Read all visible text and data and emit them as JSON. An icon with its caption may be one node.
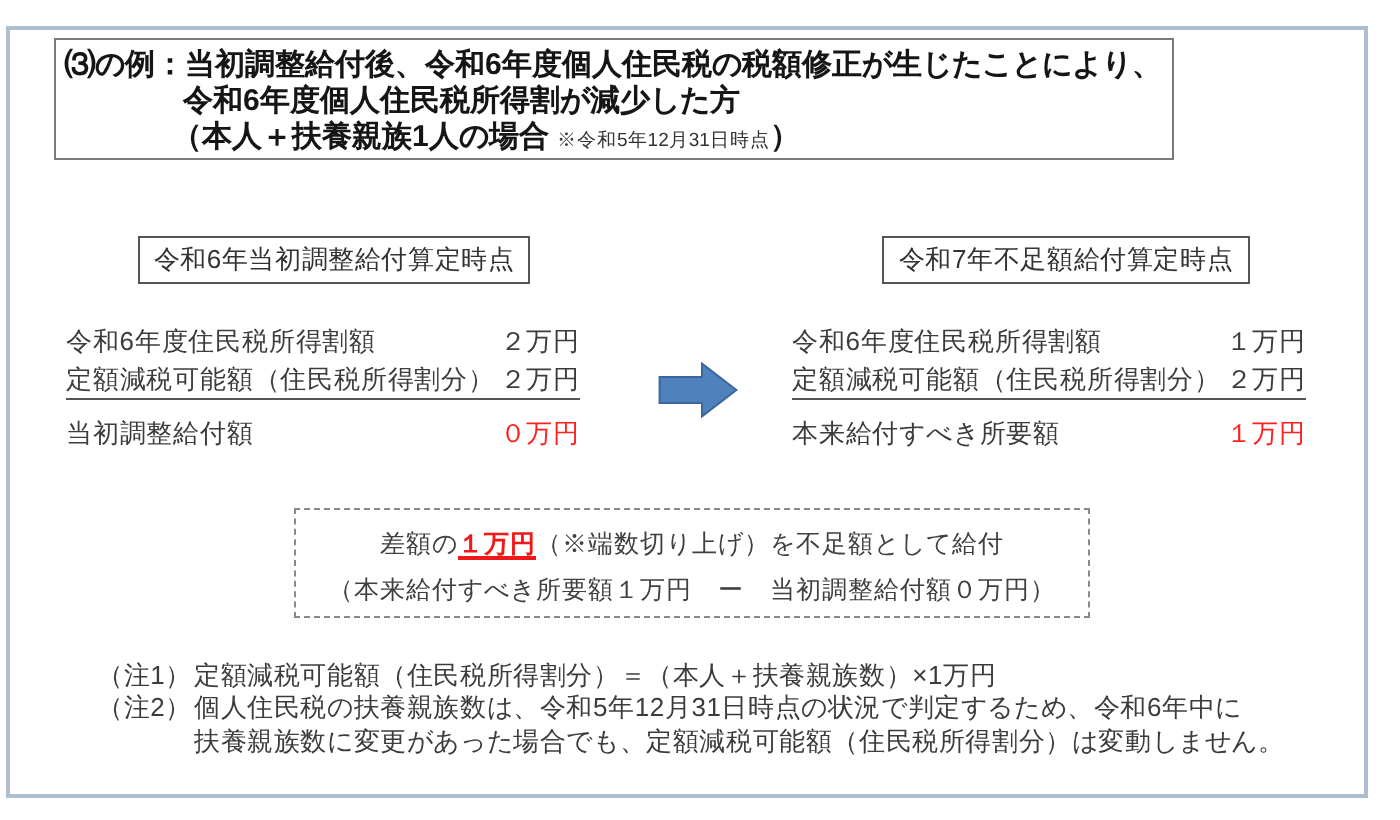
{
  "diagram": {
    "nodes": [
      {
        "text": [
          "⑶の例：当初調整給付後、令和6年度個人住民税の税額修正が生じたことにより、令和6年度個人住民税所得割が減少した方",
          "（本人＋扶養親族1人の場合 ※令和5年12月31日時点）"
        ]
      },
      {
        "text": [
          "令和6年当初調整給付算定時点"
        ]
      },
      {
        "text": [
          "令和7年不足額給付算定時点"
        ]
      },
      {
        "text": [
          "差額の**１万円**（※端数切り上げ）を不足額として給付",
          "（本来給付すべき所要額１万円　ー　当初調整給付額０万円）"
        ]
      }
    ],
    "labels": [
      "令和6年度住民税所得割額",
      "２万円",
      "定額減税可能額（住民税所得割分）",
      "２万円",
      "当初調整給付額",
      "０万円",
      "令和6年度住民税所得割額",
      "１万円",
      "定額減税可能額（住民税所得割分）",
      "２万円",
      "本来給付すべき所要額",
      "１万円",
      "（注1）",
      "定額減税可能額（住民税所得割分）＝（本人＋扶養親族数）×1万円",
      "（注2）",
      "個人住民税の扶養親族数は、令和5年12月31日時点の状況で判定するため、令和6年中に扶養親族数に変更があった場合でも、定額減税可能額（住民税所得割分）は変動しません。"
    ]
  }
}
